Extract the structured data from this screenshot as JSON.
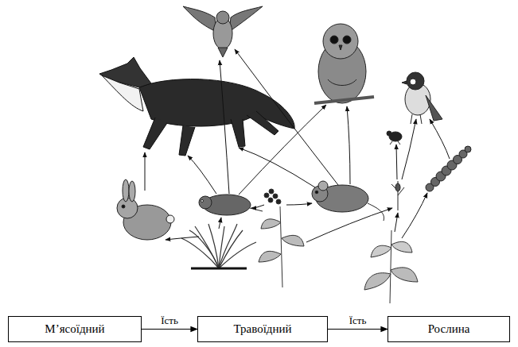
{
  "diagram": {
    "nodes": [
      {
        "text": [
          "М’ясоїдний"
        ]
      },
      {
        "text": [
          "Травоїдний"
        ]
      },
      {
        "text": [
          "Рослина"
        ]
      }
    ],
    "edges": [
      {
        "from": 0,
        "to": 1,
        "label": "Їсть",
        "arrow": "to"
      },
      {
        "from": 1,
        "to": 2,
        "label": "Їсть",
        "arrow": "to"
      }
    ]
  }
}
